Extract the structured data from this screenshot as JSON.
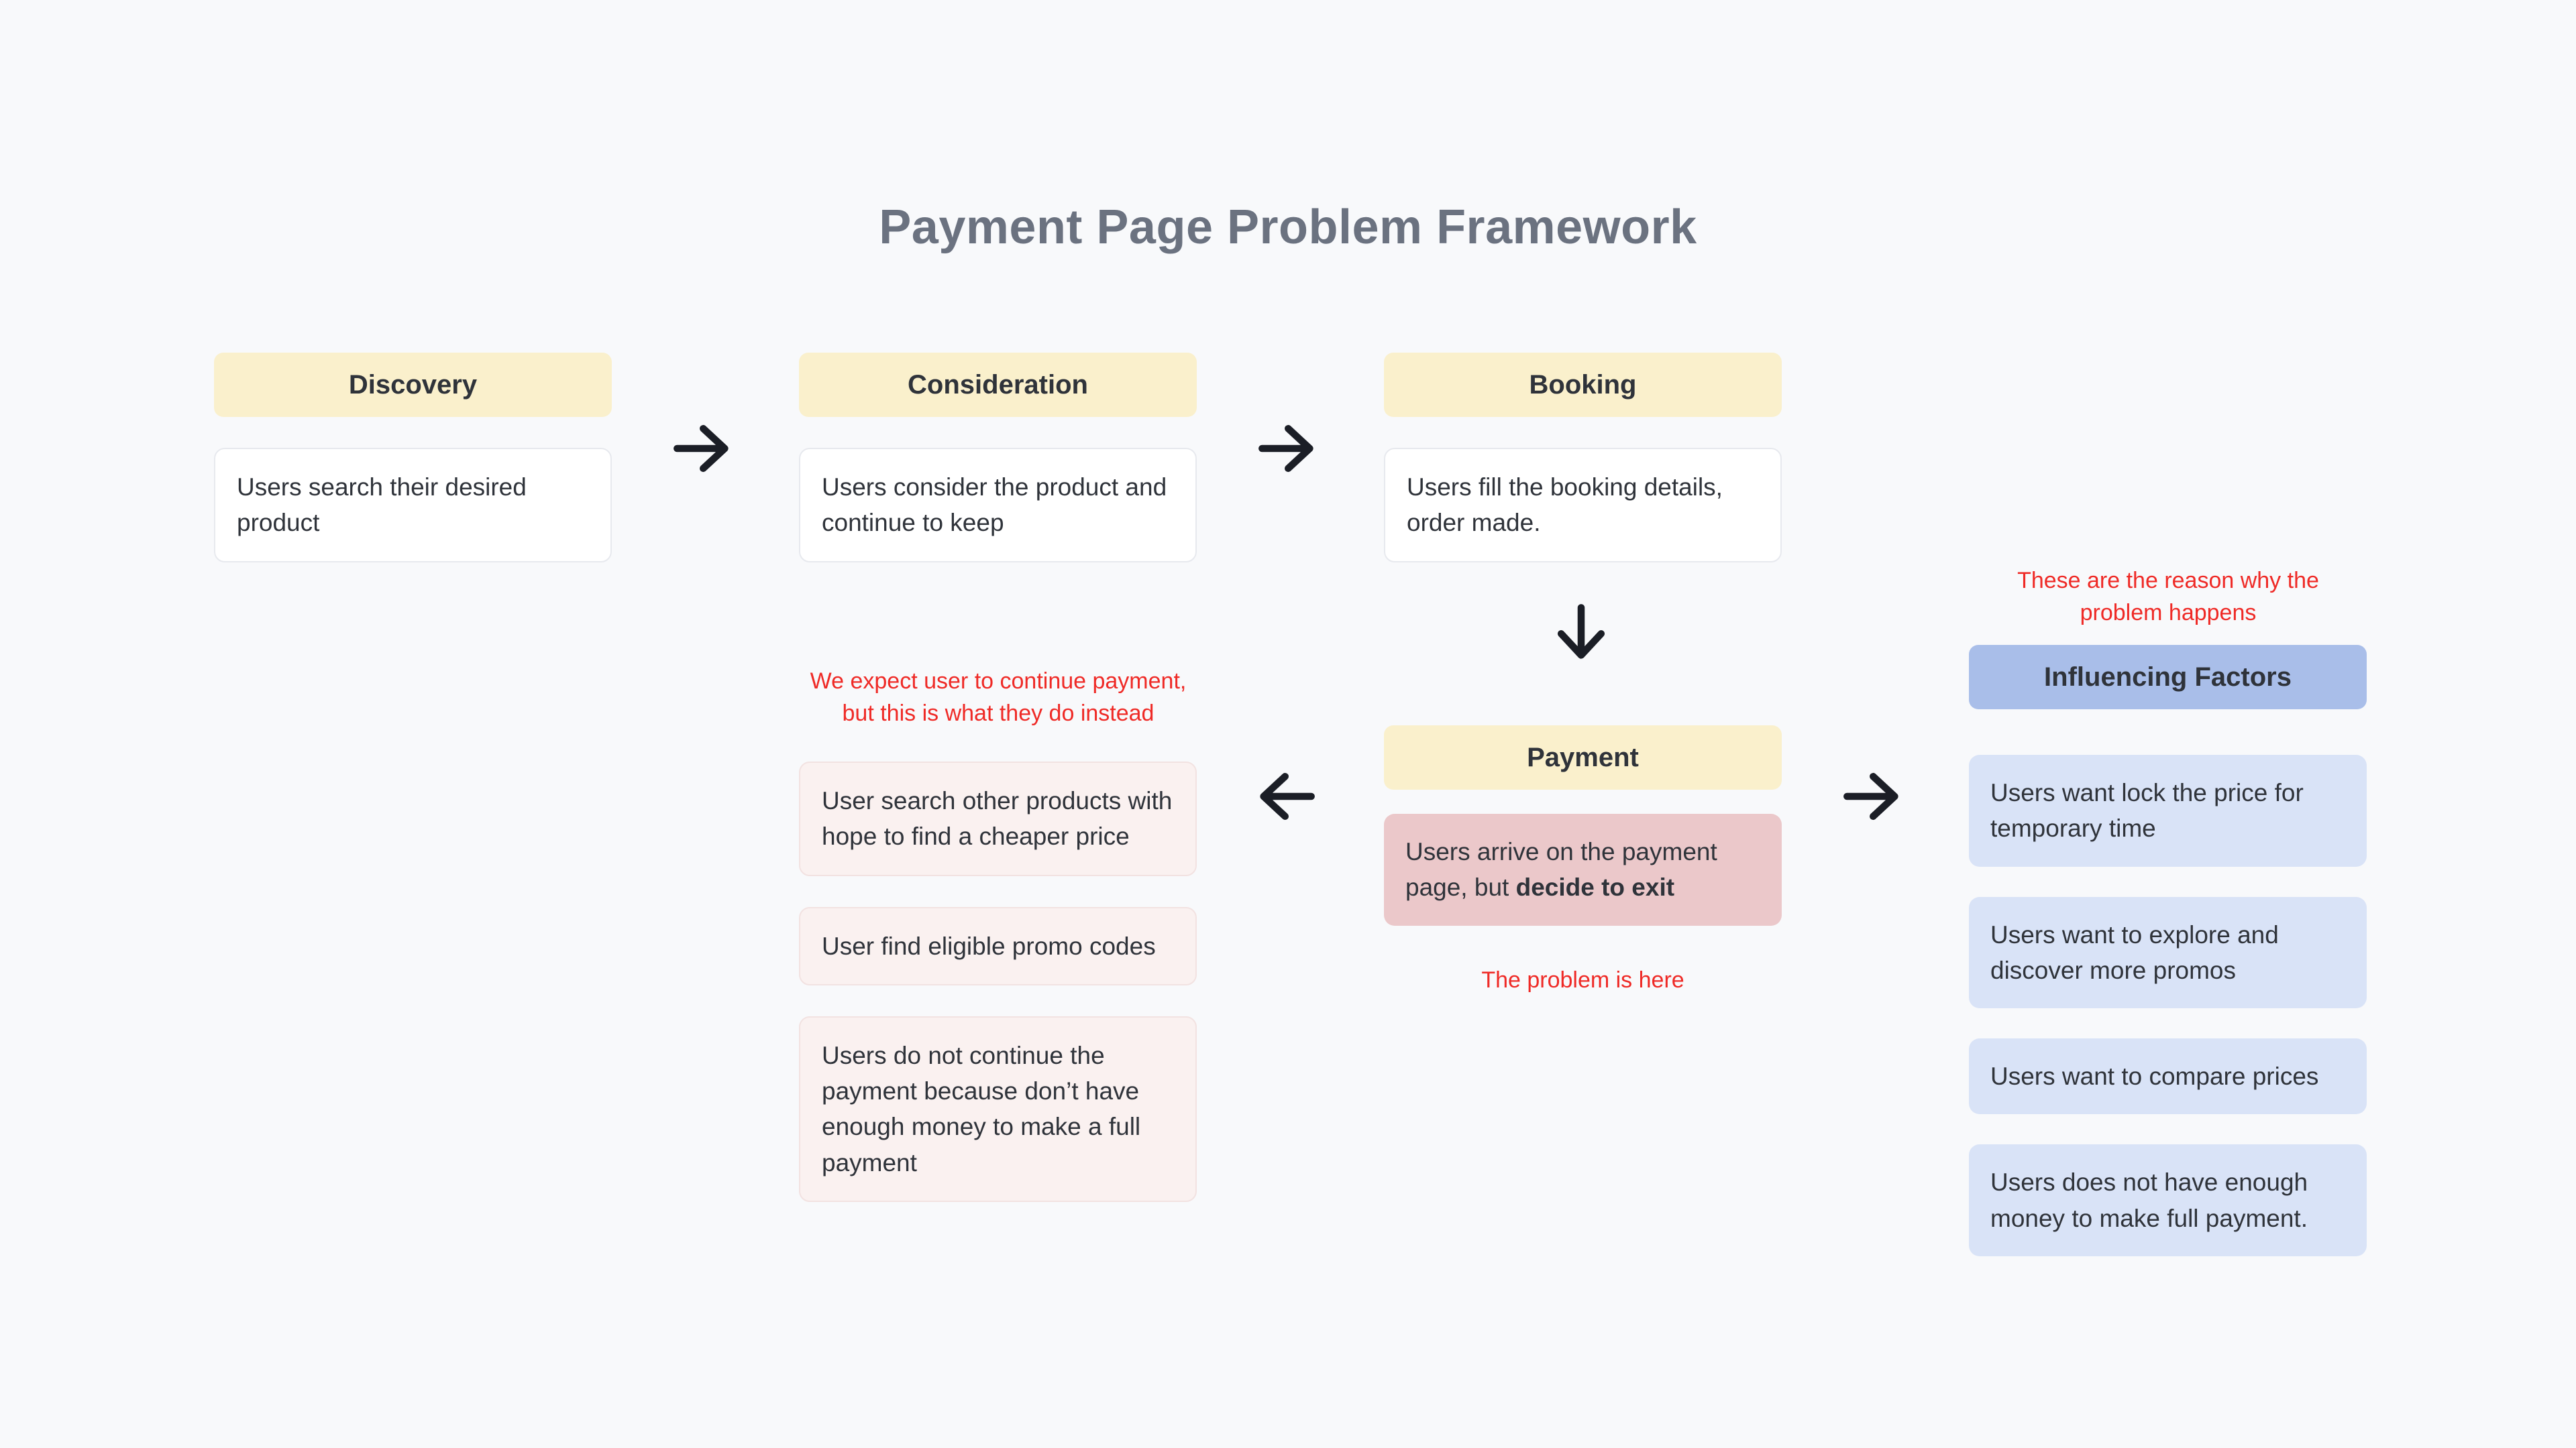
{
  "title": "Payment Page Problem Framework",
  "stages": {
    "discovery": {
      "header": "Discovery",
      "card": "Users search their desired product"
    },
    "consideration": {
      "header": "Consideration",
      "card": "Users consider the product and continue to keep"
    },
    "booking": {
      "header": "Booking",
      "card": "Users fill the booking details, order made."
    },
    "payment": {
      "header": "Payment",
      "card_prefix": "Users arrive on the payment page, but ",
      "card_emphasis": "decide to exit",
      "problem_note": "The problem is here"
    }
  },
  "deviation": {
    "note": "We expect user to continue payment,\nbut this is what they do instead",
    "behaviors": [
      "User search other products with hope to find a cheaper price",
      "User find eligible promo codes",
      "Users do not continue the payment because don’t have enough money to make a full payment"
    ]
  },
  "influencing": {
    "note": "These are the reason why the\nproblem happens",
    "header": "Influencing Factors",
    "factors": [
      "Users want lock the price for temporary time",
      "Users want to explore and discover more promos",
      "Users want to compare prices",
      "Users does not have enough money to make full payment."
    ]
  },
  "icons": {
    "flow_discovery_to_consideration": "arrow-right-icon",
    "flow_consideration_to_booking": "arrow-right-icon",
    "flow_booking_to_payment": "arrow-down-icon",
    "flow_payment_to_deviation": "arrow-left-icon",
    "flow_payment_to_factors": "arrow-right-icon"
  },
  "colors": {
    "background": "#f8f9fb",
    "stage_header": "#faf0cc",
    "problem_card": "#ebc8ca",
    "deviation_card_bg": "#faf1f0",
    "deviation_card_border": "#f2e2e1",
    "factor_header": "#a9bee9",
    "factor_card": "#d9e3f7",
    "note_red": "#ef2a26",
    "text_dark": "#2f333a",
    "title_gray": "#6b7280",
    "card_border": "#e7e9ee",
    "arrow": "#1b1e26"
  }
}
